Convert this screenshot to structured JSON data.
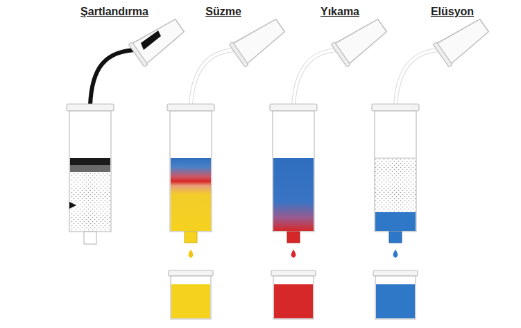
{
  "diagram": {
    "labels": [
      "Şartlandırma",
      "Süzme",
      "Yıkama",
      "Elüsyon"
    ]
  }
}
